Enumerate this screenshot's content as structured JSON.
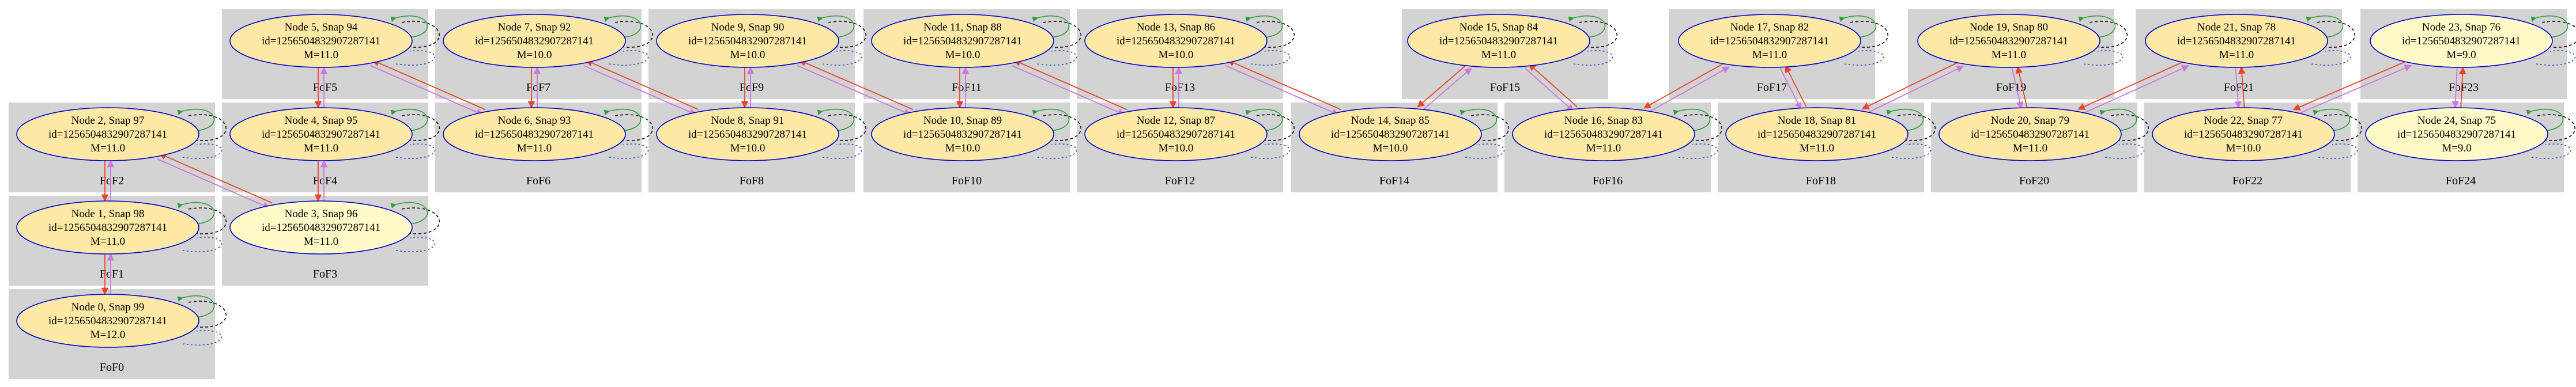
{
  "colors": {
    "background": "#ffffff",
    "cluster_fill": "#d3d3d3",
    "node_fill_dark": "#fde9a5",
    "node_fill_light": "#fffac8",
    "node_stroke": "#0000cc",
    "edge_red": "#e8442e",
    "edge_violet": "#cc77dd",
    "loop_green": "#2e9e3a",
    "loop_black": "#111111",
    "loop_blue": "#3355cc"
  },
  "clusters": [
    {
      "id": "FoF0",
      "label": "FoF0"
    },
    {
      "id": "FoF1",
      "label": "FoF1"
    },
    {
      "id": "FoF2",
      "label": "FoF2"
    },
    {
      "id": "FoF3",
      "label": "FoF3"
    },
    {
      "id": "FoF4",
      "label": "FoF4"
    },
    {
      "id": "FoF5",
      "label": "FoF5"
    },
    {
      "id": "FoF6",
      "label": "FoF6"
    },
    {
      "id": "FoF7",
      "label": "FoF7"
    },
    {
      "id": "FoF8",
      "label": "FoF8"
    },
    {
      "id": "FoF9",
      "label": "FoF9"
    },
    {
      "id": "FoF10",
      "label": "FoF10"
    },
    {
      "id": "FoF11",
      "label": "FoF11"
    },
    {
      "id": "FoF12",
      "label": "FoF12"
    },
    {
      "id": "FoF13",
      "label": "FoF13"
    },
    {
      "id": "FoF14",
      "label": "FoF14"
    },
    {
      "id": "FoF15",
      "label": "FoF15"
    },
    {
      "id": "FoF16",
      "label": "FoF16"
    },
    {
      "id": "FoF17",
      "label": "FoF17"
    },
    {
      "id": "FoF18",
      "label": "FoF18"
    },
    {
      "id": "FoF19",
      "label": "FoF19"
    },
    {
      "id": "FoF20",
      "label": "FoF20"
    },
    {
      "id": "FoF21",
      "label": "FoF21"
    },
    {
      "id": "FoF22",
      "label": "FoF22"
    },
    {
      "id": "FoF23",
      "label": "FoF23"
    },
    {
      "id": "FoF24",
      "label": "FoF24"
    }
  ],
  "nodes": [
    {
      "id": 0,
      "cluster": "FoF0",
      "title": "Node 0, Snap 99",
      "ident": "id=1256504832907287141",
      "mass": "M=12.0"
    },
    {
      "id": 1,
      "cluster": "FoF1",
      "title": "Node 1, Snap 98",
      "ident": "id=1256504832907287141",
      "mass": "M=11.0"
    },
    {
      "id": 2,
      "cluster": "FoF2",
      "title": "Node 2, Snap 97",
      "ident": "id=1256504832907287141",
      "mass": "M=11.0"
    },
    {
      "id": 3,
      "cluster": "FoF3",
      "title": "Node 3, Snap 96",
      "ident": "id=1256504832907287141",
      "mass": "M=11.0"
    },
    {
      "id": 4,
      "cluster": "FoF4",
      "title": "Node 4, Snap 95",
      "ident": "id=1256504832907287141",
      "mass": "M=11.0"
    },
    {
      "id": 5,
      "cluster": "FoF5",
      "title": "Node 5, Snap 94",
      "ident": "id=1256504832907287141",
      "mass": "M=11.0"
    },
    {
      "id": 6,
      "cluster": "FoF6",
      "title": "Node 6, Snap 93",
      "ident": "id=1256504832907287141",
      "mass": "M=11.0"
    },
    {
      "id": 7,
      "cluster": "FoF7",
      "title": "Node 7, Snap 92",
      "ident": "id=1256504832907287141",
      "mass": "M=10.0"
    },
    {
      "id": 8,
      "cluster": "FoF8",
      "title": "Node 8, Snap 91",
      "ident": "id=1256504832907287141",
      "mass": "M=10.0"
    },
    {
      "id": 9,
      "cluster": "FoF9",
      "title": "Node 9, Snap 90",
      "ident": "id=1256504832907287141",
      "mass": "M=10.0"
    },
    {
      "id": 10,
      "cluster": "FoF10",
      "title": "Node 10, Snap 89",
      "ident": "id=1256504832907287141",
      "mass": "M=10.0"
    },
    {
      "id": 11,
      "cluster": "FoF11",
      "title": "Node 11, Snap 88",
      "ident": "id=1256504832907287141",
      "mass": "M=10.0"
    },
    {
      "id": 12,
      "cluster": "FoF12",
      "title": "Node 12, Snap 87",
      "ident": "id=1256504832907287141",
      "mass": "M=10.0"
    },
    {
      "id": 13,
      "cluster": "FoF13",
      "title": "Node 13, Snap 86",
      "ident": "id=1256504832907287141",
      "mass": "M=10.0"
    },
    {
      "id": 14,
      "cluster": "FoF14",
      "title": "Node 14, Snap 85",
      "ident": "id=1256504832907287141",
      "mass": "M=10.0"
    },
    {
      "id": 15,
      "cluster": "FoF15",
      "title": "Node 15, Snap 84",
      "ident": "id=1256504832907287141",
      "mass": "M=11.0"
    },
    {
      "id": 16,
      "cluster": "FoF16",
      "title": "Node 16, Snap 83",
      "ident": "id=1256504832907287141",
      "mass": "M=11.0"
    },
    {
      "id": 17,
      "cluster": "FoF17",
      "title": "Node 17, Snap 82",
      "ident": "id=1256504832907287141",
      "mass": "M=11.0"
    },
    {
      "id": 18,
      "cluster": "FoF18",
      "title": "Node 18, Snap 81",
      "ident": "id=1256504832907287141",
      "mass": "M=11.0"
    },
    {
      "id": 19,
      "cluster": "FoF19",
      "title": "Node 19, Snap 80",
      "ident": "id=1256504832907287141",
      "mass": "M=11.0"
    },
    {
      "id": 20,
      "cluster": "FoF20",
      "title": "Node 20, Snap 79",
      "ident": "id=1256504832907287141",
      "mass": "M=11.0"
    },
    {
      "id": 21,
      "cluster": "FoF21",
      "title": "Node 21, Snap 78",
      "ident": "id=1256504832907287141",
      "mass": "M=11.0"
    },
    {
      "id": 22,
      "cluster": "FoF22",
      "title": "Node 22, Snap 77",
      "ident": "id=1256504832907287141",
      "mass": "M=10.0"
    },
    {
      "id": 23,
      "cluster": "FoF23",
      "title": "Node 23, Snap 76",
      "ident": "id=1256504832907287141",
      "mass": "M=9.0"
    },
    {
      "id": 24,
      "cluster": "FoF24",
      "title": "Node 24, Snap 75",
      "ident": "id=1256504832907287141",
      "mass": "M=9.0"
    }
  ]
}
